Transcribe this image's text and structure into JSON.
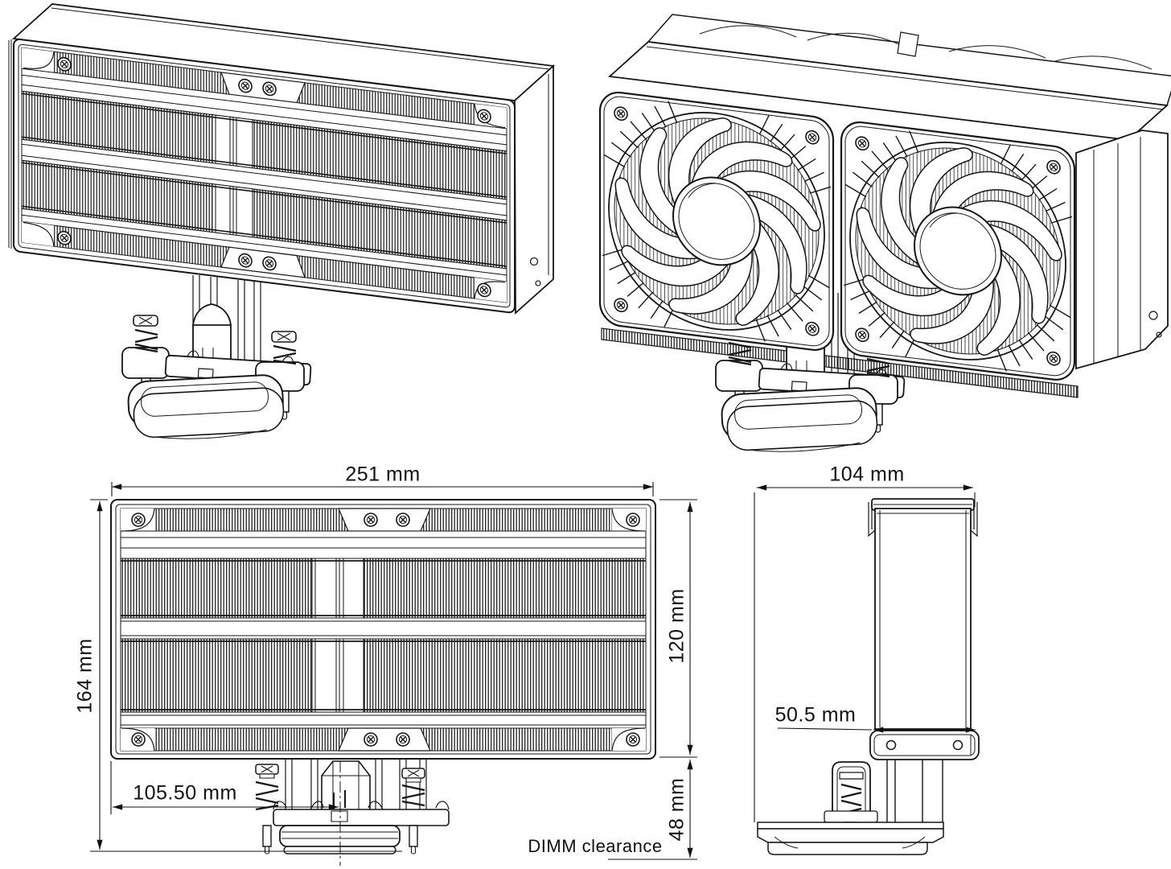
{
  "dims": {
    "radiator_width": "251 mm",
    "depth": "104 mm",
    "total_height": "164 mm",
    "body_height": "120 mm",
    "fin_depth": "50.5 mm",
    "socket_offset": "105.50 mm",
    "dimm_clearance_height": "48 mm",
    "dimm_clearance_label": "DIMM clearance"
  },
  "colors": {
    "line": "#1a1a1a",
    "background": "#ffffff"
  }
}
